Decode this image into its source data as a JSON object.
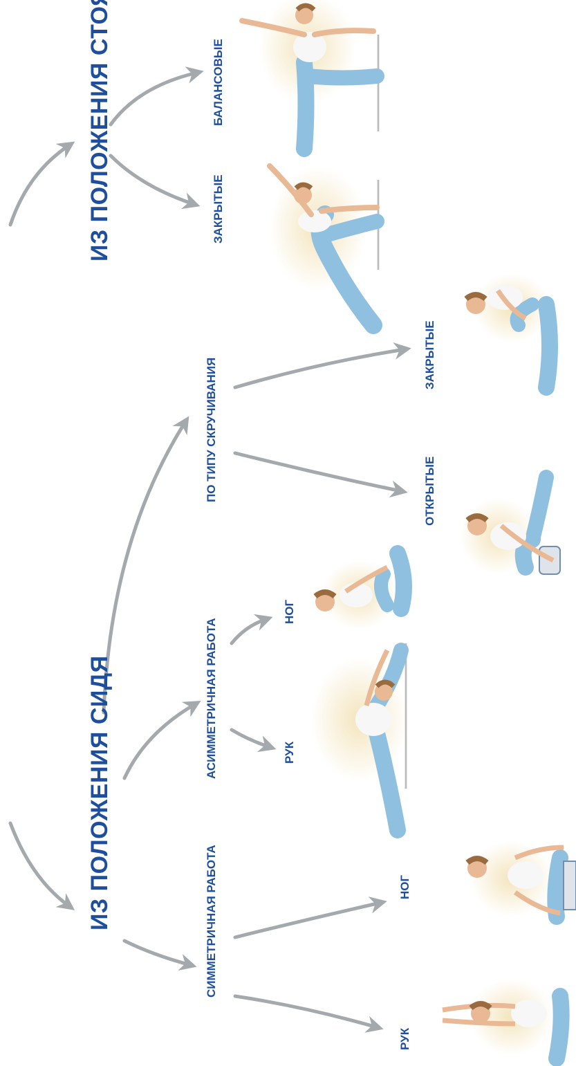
{
  "diagram": {
    "standing": {
      "title": "ИЗ ПОЛОЖЕНИЯ СТОЯ",
      "closed": "ЗАКРЫТЫЕ",
      "balance": "БАЛАНСОВЫЕ"
    },
    "seated": {
      "title": "ИЗ ПОЛОЖЕНИЯ СИДЯ",
      "symmetric": {
        "label": "СИММЕТРИЧНАЯ РАБОТА",
        "arms": "РУК",
        "legs": "НОГ"
      },
      "asymmetric": {
        "label": "АСИММЕТРИЧНАЯ РАБОТА",
        "arms": "РУК",
        "legs": "НОГ"
      },
      "twist": {
        "label": "ПО ТИПУ СКРУЧИВАНИЯ",
        "open": "ОТКРЫТЫЕ",
        "closed": "ЗАКРЫТЫЕ"
      }
    }
  },
  "colors": {
    "text": "#1f4f9c",
    "arrow": "#a4a9ad",
    "leggings": "#8fc0e0",
    "top": "#f7f7f7",
    "skin": "#e9b895",
    "hair": "#9a6b3e",
    "glow": "#f3e3b9"
  }
}
